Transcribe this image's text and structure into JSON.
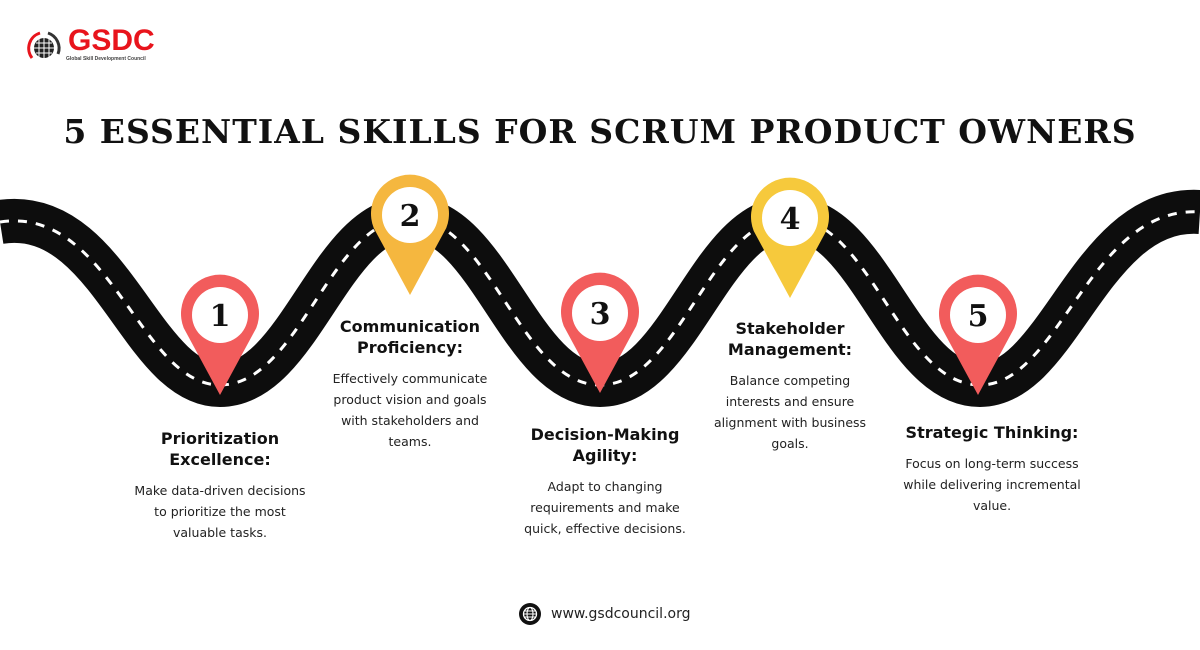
{
  "logo": {
    "name": "GSDC",
    "subtitle": "Global Skill Development Council"
  },
  "title": "5 ESSENTIAL SKILLS FOR SCRUM PRODUCT OWNERS",
  "colors": {
    "red": "#f25c5c",
    "orange": "#f5b73f",
    "yellow": "#f6c93c",
    "road": "#0d0d0d"
  },
  "steps": [
    {
      "number": "1",
      "title": "Prioritization Excellence:",
      "text": "Make data-driven decisions to prioritize the most valuable tasks."
    },
    {
      "number": "2",
      "title": "Communication Proficiency:",
      "text": "Effectively communicate product vision and goals with stakeholders and teams."
    },
    {
      "number": "3",
      "title": "Decision-Making Agility:",
      "text": "Adapt to changing requirements and make quick, effective decisions."
    },
    {
      "number": "4",
      "title": "Stakeholder Management:",
      "text": "Balance competing interests and ensure alignment with business goals."
    },
    {
      "number": "5",
      "title": "Strategic Thinking:",
      "text": "Focus on long-term success while delivering incremental value."
    }
  ],
  "footer": {
    "url": "www.gsdcouncil.org"
  }
}
